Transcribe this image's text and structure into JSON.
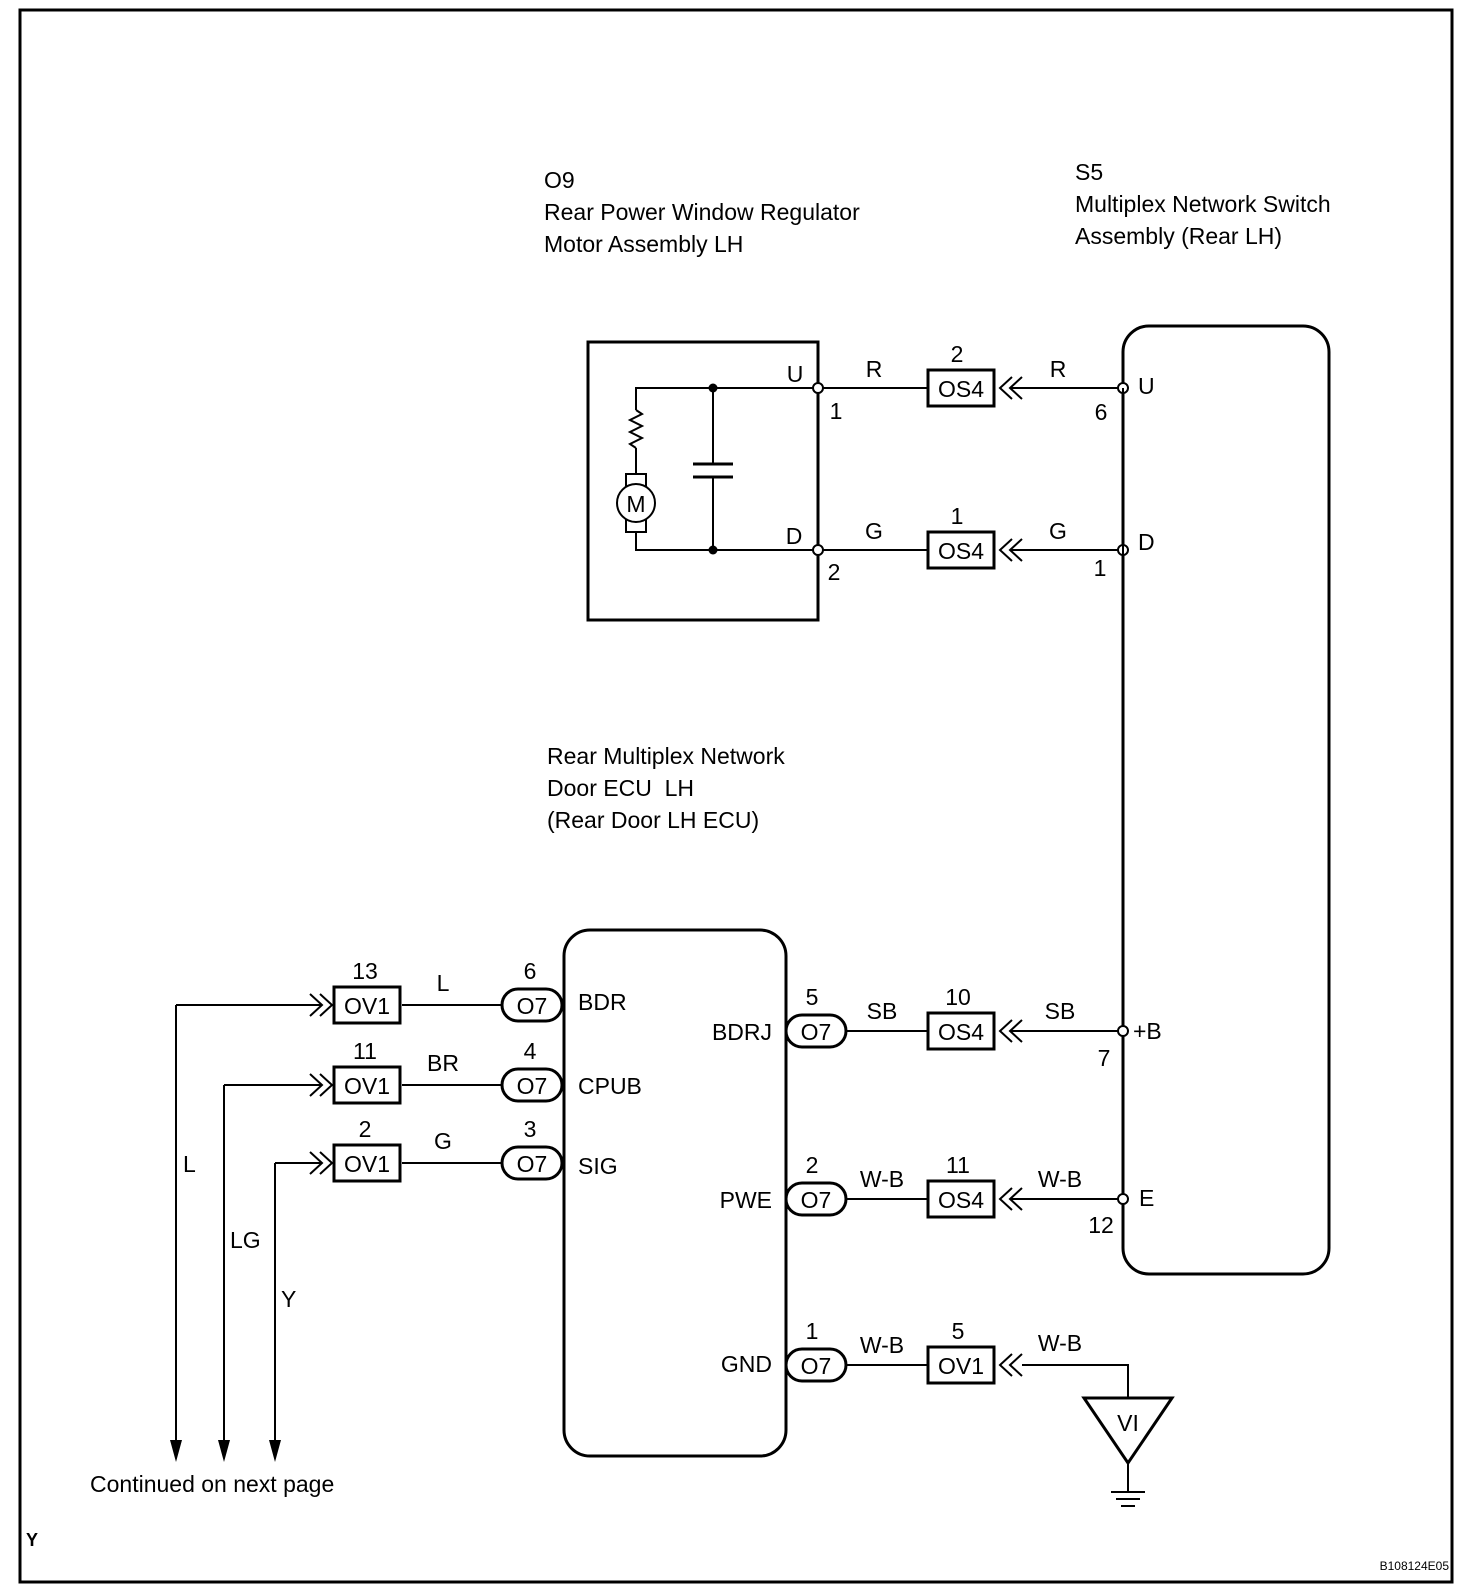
{
  "motor": {
    "code": "O9",
    "name_line1": "Rear Power Window Regulator",
    "name_line2": "Motor Assembly LH",
    "motor_symbol": "M",
    "pins": [
      {
        "label": "U",
        "number": "1"
      },
      {
        "label": "D",
        "number": "2"
      }
    ]
  },
  "switch": {
    "code": "S5",
    "name_line1": "Multiplex Network Switch",
    "name_line2": "Assembly (Rear LH)",
    "pins": [
      {
        "label": "U",
        "number": "6"
      },
      {
        "label": "D",
        "number": "1"
      },
      {
        "label": "+B",
        "number": "7"
      },
      {
        "label": "E",
        "number": "12"
      }
    ]
  },
  "ecu": {
    "name_line1": "Rear Multiplex Network",
    "name_line2": "Door ECU  LH",
    "name_line3": "(Rear Door LH ECU)",
    "left_pins": [
      {
        "label": "BDR",
        "connector": "O7",
        "number": "6"
      },
      {
        "label": "CPUB",
        "connector": "O7",
        "number": "4"
      },
      {
        "label": "SIG",
        "connector": "O7",
        "number": "3"
      }
    ],
    "right_pins": [
      {
        "label": "BDRJ",
        "connector": "O7",
        "number": "5"
      },
      {
        "label": "PWE",
        "connector": "O7",
        "number": "2"
      },
      {
        "label": "GND",
        "connector": "O7",
        "number": "1"
      }
    ]
  },
  "upper_wires": [
    {
      "connector": "OS4",
      "pin": "2",
      "wire_left": "R",
      "wire_right": "R"
    },
    {
      "connector": "OS4",
      "pin": "1",
      "wire_left": "G",
      "wire_right": "G"
    }
  ],
  "lower_right_wires": [
    {
      "connector": "OS4",
      "pin": "10",
      "wire_left": "SB",
      "wire_right": "SB"
    },
    {
      "connector": "OS4",
      "pin": "11",
      "wire_left": "W-B",
      "wire_right": "W-B"
    },
    {
      "connector": "OV1",
      "pin": "5",
      "wire_left": "W-B",
      "wire_right": "W-B"
    }
  ],
  "left_wires": [
    {
      "connector": "OV1",
      "pin": "13",
      "wire_color": "L",
      "drop_label": "L"
    },
    {
      "connector": "OV1",
      "pin": "11",
      "wire_color": "BR",
      "drop_label": "LG"
    },
    {
      "connector": "OV1",
      "pin": "2",
      "wire_color": "G",
      "drop_label": "Y"
    }
  ],
  "ground_point": "VI",
  "continued_text": "Continued on next page",
  "corner_letter": "Y",
  "figure_id": "B108124E05"
}
